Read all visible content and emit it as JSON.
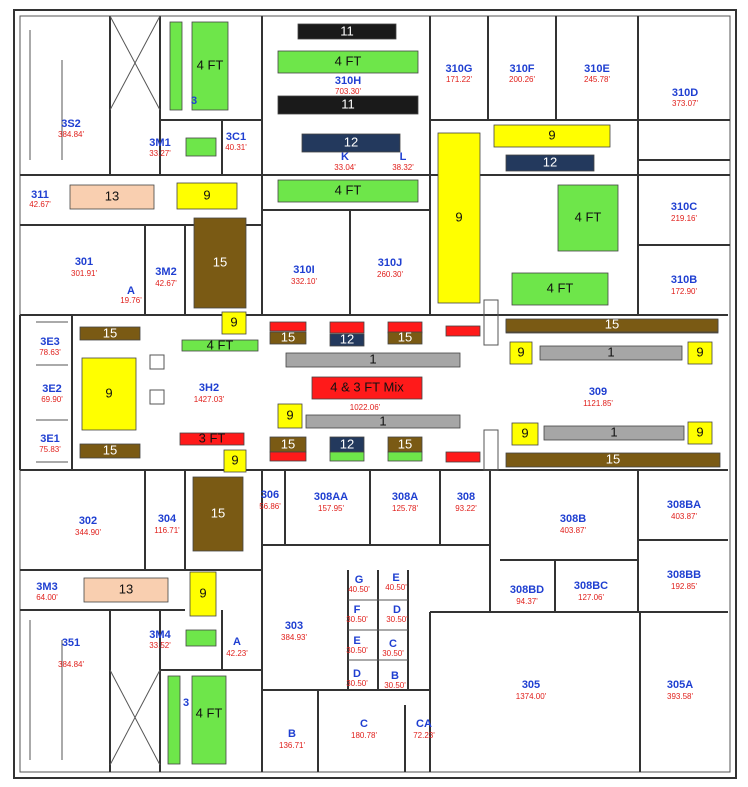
{
  "colors": {
    "black": "#1a1a1a",
    "navy": "#23395d",
    "green": "#6ee64a",
    "yellow": "#ffff00",
    "brown": "#7a5a14",
    "red": "#ff1a1a",
    "gray": "#a6a6a6",
    "peach": "#f9cfb0",
    "room_label": "#1f3fd1",
    "room_area": "#e0201c"
  },
  "blocks": [
    {
      "label": "11",
      "color": "black"
    },
    {
      "label": "4 FT",
      "color": "green"
    },
    {
      "label": "11",
      "color": "black"
    },
    {
      "label": "12",
      "color": "navy"
    },
    {
      "label": "4 FT",
      "color": "green"
    },
    {
      "label": "4 FT",
      "color": "green"
    },
    {
      "label": "",
      "color": "green"
    },
    {
      "label": "",
      "color": "green"
    },
    {
      "label": "9",
      "color": "yellow"
    },
    {
      "label": "13",
      "color": "peach"
    },
    {
      "label": "15",
      "color": "brown"
    },
    {
      "label": "9",
      "color": "yellow"
    },
    {
      "label": "9",
      "color": "yellow"
    },
    {
      "label": "12",
      "color": "navy"
    },
    {
      "label": "4 FT",
      "color": "green"
    },
    {
      "label": "9",
      "color": "yellow"
    },
    {
      "label": "4 FT",
      "color": "green"
    },
    {
      "label": "15",
      "color": "brown"
    },
    {
      "label": "4 FT",
      "color": "green"
    },
    {
      "label": "15",
      "color": "brown"
    },
    {
      "label": "9",
      "color": "yellow"
    },
    {
      "label": "15",
      "color": "brown"
    },
    {
      "label": "3 FT",
      "color": "red"
    },
    {
      "label": "9",
      "color": "yellow"
    },
    {
      "label": "",
      "color": "red"
    },
    {
      "label": "",
      "color": "red"
    },
    {
      "label": "",
      "color": "red"
    },
    {
      "label": "",
      "color": "red"
    },
    {
      "label": "15",
      "color": "brown"
    },
    {
      "label": "12",
      "color": "navy"
    },
    {
      "label": "15",
      "color": "brown"
    },
    {
      "label": "1",
      "color": "gray"
    },
    {
      "label": "4 & 3 FT Mix",
      "color": "red"
    },
    {
      "label": "9",
      "color": "yellow"
    },
    {
      "label": "1",
      "color": "gray"
    },
    {
      "label": "15",
      "color": "brown"
    },
    {
      "label": "12",
      "color": "navy"
    },
    {
      "label": "15",
      "color": "brown"
    },
    {
      "label": "",
      "color": "red"
    },
    {
      "label": "",
      "color": "green"
    },
    {
      "label": "",
      "color": "green"
    },
    {
      "label": "",
      "color": "red"
    },
    {
      "label": "15",
      "color": "brown"
    },
    {
      "label": "9",
      "color": "yellow"
    },
    {
      "label": "1",
      "color": "gray"
    },
    {
      "label": "9",
      "color": "yellow"
    },
    {
      "label": "9",
      "color": "yellow"
    },
    {
      "label": "1",
      "color": "gray"
    },
    {
      "label": "9",
      "color": "yellow"
    },
    {
      "label": "15",
      "color": "brown"
    },
    {
      "label": "15",
      "color": "brown"
    },
    {
      "label": "13",
      "color": "peach"
    },
    {
      "label": "9",
      "color": "yellow"
    },
    {
      "label": "",
      "color": "green"
    },
    {
      "label": "",
      "color": "green"
    },
    {
      "label": "4 FT",
      "color": "green"
    }
  ],
  "rooms": [
    {
      "label": "3S2",
      "area": "384.84'"
    },
    {
      "label": "3M1",
      "area": "33.27'"
    },
    {
      "label": "3C1",
      "area": "40.31'"
    },
    {
      "label": "310H",
      "area": "703.30'"
    },
    {
      "label": "310G",
      "area": "171.22'"
    },
    {
      "label": "310F",
      "area": "200.26'"
    },
    {
      "label": "310E",
      "area": "245.78'"
    },
    {
      "label": "310D",
      "area": "373.07'"
    },
    {
      "label": "311",
      "area": "42.67'"
    },
    {
      "label": "K",
      "area": "33.04'"
    },
    {
      "label": "L",
      "area": "38.32'"
    },
    {
      "label": "301",
      "area": "301.91'"
    },
    {
      "label": "3M2",
      "area": "42.67'"
    },
    {
      "label": "A",
      "area": "19.76'"
    },
    {
      "label": "310I",
      "area": "332.10'"
    },
    {
      "label": "310J",
      "area": "260.30'"
    },
    {
      "label": "310C",
      "area": "219.16'"
    },
    {
      "label": "310B",
      "area": "172.90'"
    },
    {
      "label": "3E3",
      "area": "78.63'"
    },
    {
      "label": "3E2",
      "area": "69.90'"
    },
    {
      "label": "3E1",
      "area": "75.83'"
    },
    {
      "label": "3H2",
      "area": "1427.03'"
    },
    {
      "label": "309",
      "area": "1121.85'"
    },
    {
      "label": "",
      "area": "1022.06'"
    },
    {
      "label": "302",
      "area": "344.90'"
    },
    {
      "label": "304",
      "area": "116.71'"
    },
    {
      "label": "306",
      "area": "56.86'"
    },
    {
      "label": "308AA",
      "area": "157.95'"
    },
    {
      "label": "308A",
      "area": "125.78'"
    },
    {
      "label": "308",
      "area": "93.22'"
    },
    {
      "label": "308B",
      "area": "403.87'"
    },
    {
      "label": "308BA",
      "area": "403.87'"
    },
    {
      "label": "308BD",
      "area": "94.37'"
    },
    {
      "label": "308BC",
      "area": "127.06'"
    },
    {
      "label": "308BB",
      "area": "192.85'"
    },
    {
      "label": "3M3",
      "area": "64.00'"
    },
    {
      "label": "351",
      "area": "384.84'"
    },
    {
      "label": "3M4",
      "area": "33.52'"
    },
    {
      "label": "A",
      "area": "42.23'"
    },
    {
      "label": "303",
      "area": "384.93'"
    },
    {
      "label": "G",
      "area": "40.50'"
    },
    {
      "label": "E",
      "area": "40.50'"
    },
    {
      "label": "F",
      "area": "30.50'"
    },
    {
      "label": "D",
      "area": "30.50'"
    },
    {
      "label": "E",
      "area": "30.50'"
    },
    {
      "label": "C",
      "area": "30.50'"
    },
    {
      "label": "D",
      "area": "30.50'"
    },
    {
      "label": "B",
      "area": "30.50'"
    },
    {
      "label": "305",
      "area": "1374.00'"
    },
    {
      "label": "305A",
      "area": "393.58'"
    },
    {
      "label": "B",
      "area": "136.71'"
    },
    {
      "label": "C",
      "area": "180.78'"
    },
    {
      "label": "CA",
      "area": "72.23'"
    },
    {
      "label": "3",
      "area": ""
    },
    {
      "label": "3",
      "area": ""
    }
  ]
}
